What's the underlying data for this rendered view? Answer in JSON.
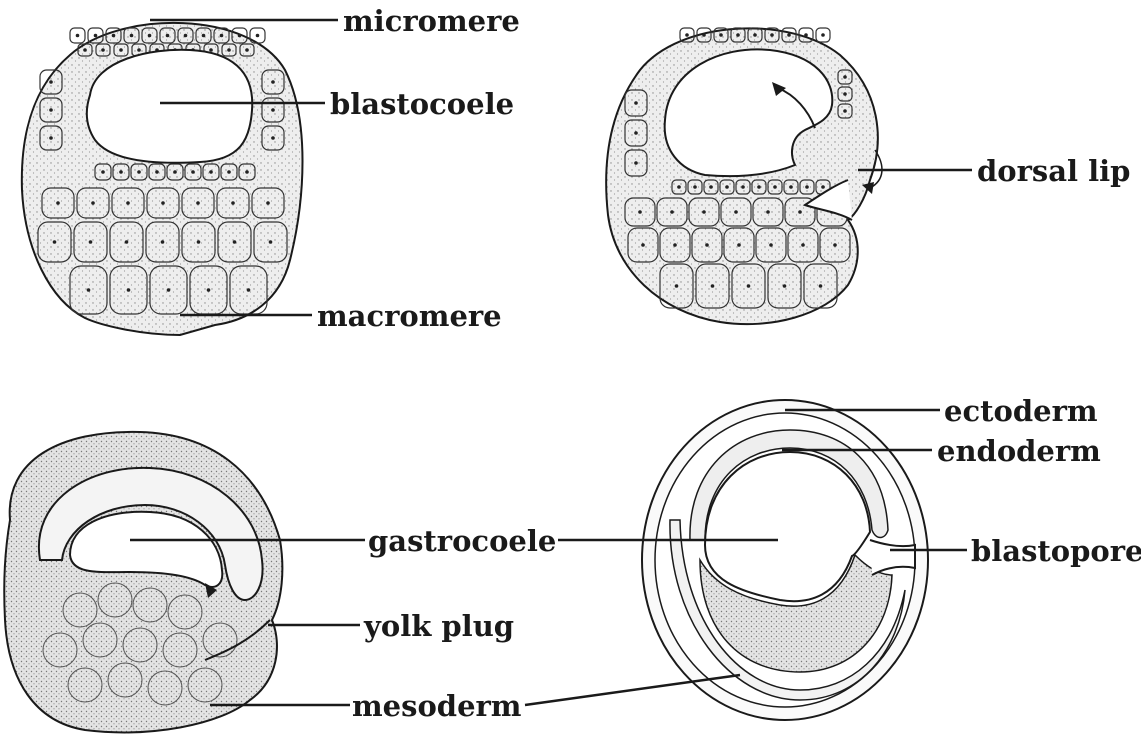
{
  "labels": {
    "micromere": "micromere",
    "blastocoele": "blastocoele",
    "macromere": "macromere",
    "dorsal_lip": "dorsal lip",
    "ectoderm": "ectoderm",
    "endoderm": "endoderm",
    "gastrocoele": "gastrocoele",
    "blastopore": "blastopore",
    "yolk_plug": "yolk plug",
    "mesoderm": "mesoderm"
  },
  "colors": {
    "ink": "#1a1a1a",
    "cell_fill": "#eeeeee",
    "yolk_fill": "#e6e6e6",
    "cavity_fill": "#ffffff"
  }
}
